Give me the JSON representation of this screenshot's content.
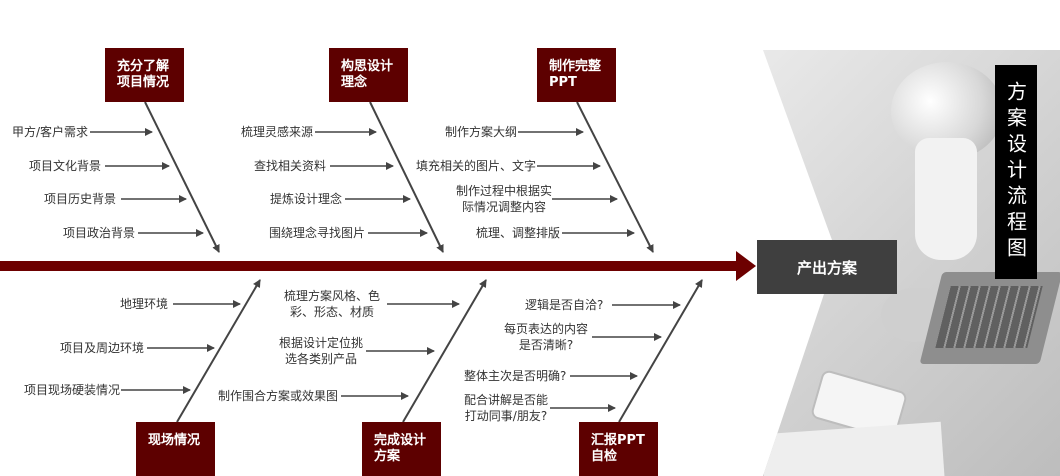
{
  "title": "方案设计流程图",
  "result": "产出方案",
  "colors": {
    "spine": "#6d0000",
    "category_box": "#5d0000",
    "arrow": "#444444",
    "result_box": "#3f3f3f"
  },
  "top_categories": [
    {
      "lines": [
        "充分了解",
        "项目情况"
      ],
      "causes": [
        [
          "甲方/客户需求"
        ],
        [
          "项目文化背景"
        ],
        [
          "项目历史背景"
        ],
        [
          "项目政治背景"
        ]
      ]
    },
    {
      "lines": [
        "构思设计",
        "理念"
      ],
      "causes": [
        [
          "梳理灵感来源"
        ],
        [
          "查找相关资料"
        ],
        [
          "提炼设计理念"
        ],
        [
          "围绕理念寻找图片"
        ]
      ]
    },
    {
      "lines": [
        "制作完整",
        "PPT"
      ],
      "causes": [
        [
          "制作方案大纲"
        ],
        [
          "填充相关的图片、文字"
        ],
        [
          "制作过程中根据实",
          "际情况调整内容"
        ],
        [
          "梳理、调整排版"
        ]
      ]
    }
  ],
  "bottom_categories": [
    {
      "lines": [
        "现场情况"
      ],
      "causes": [
        [
          "地理环境"
        ],
        [
          "项目及周边环境"
        ],
        [
          "项目现场硬装情况"
        ]
      ]
    },
    {
      "lines": [
        "完成设计",
        "方案"
      ],
      "causes": [
        [
          "梳理方案风格、色",
          "彩、形态、材质"
        ],
        [
          "根据设计定位挑",
          "选各类别产品"
        ],
        [
          "制作围合方案或效果图"
        ]
      ]
    },
    {
      "lines": [
        "汇报PPT",
        "自检"
      ],
      "causes": [
        [
          "逻辑是否自洽?"
        ],
        [
          "每页表达的内容",
          "是否清晰?"
        ],
        [
          "整体主次是否明确?"
        ],
        [
          "配合讲解是否能",
          "打动同事/朋友?"
        ]
      ]
    }
  ]
}
